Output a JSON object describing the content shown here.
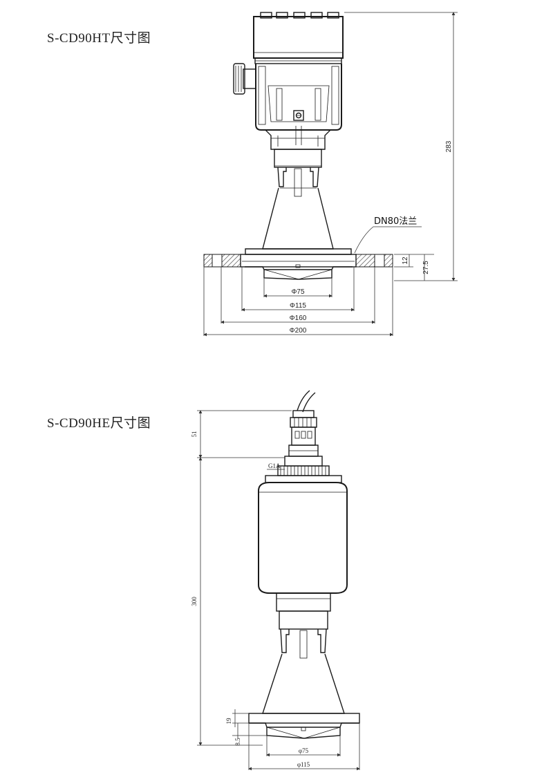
{
  "figures": [
    {
      "title": "S-CD90HT尺寸图",
      "dimensions": {
        "height_total": "283",
        "flange_thickness": "12",
        "bottom_height": "27.5",
        "dia_75": "Φ75",
        "dia_115": "Φ115",
        "dia_160": "Φ160",
        "dia_200": "Φ200"
      },
      "callout": "DN80法兰"
    },
    {
      "title": "S-CD90HE尺寸图",
      "dimensions": {
        "top_height": "51",
        "thread": "G1A",
        "body_height": "300",
        "flange_thickness": "19",
        "bottom_height": "8.5",
        "dia_75": "φ75",
        "dia_115": "φ115"
      }
    }
  ]
}
